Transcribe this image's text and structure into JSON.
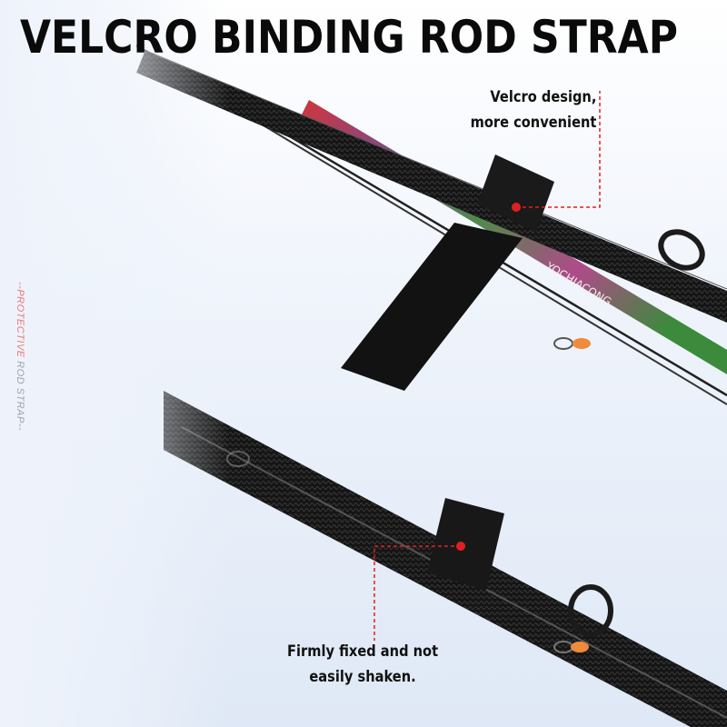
{
  "headline": "VELCRO BINDING ROD STRAP",
  "side_label": {
    "accent": "--PROTECTIVE ",
    "rest": "ROD STRAP--"
  },
  "callouts": [
    {
      "line1": "Velcro design,",
      "line2": "more convenient"
    },
    {
      "line1": "Firmly fixed and not",
      "line2": "easily shaken."
    }
  ],
  "colors": {
    "accent_red": "#e02020",
    "strap": "#141414",
    "rod_gradient": [
      "#c0392b",
      "#8e44ad",
      "#27ae60"
    ]
  }
}
